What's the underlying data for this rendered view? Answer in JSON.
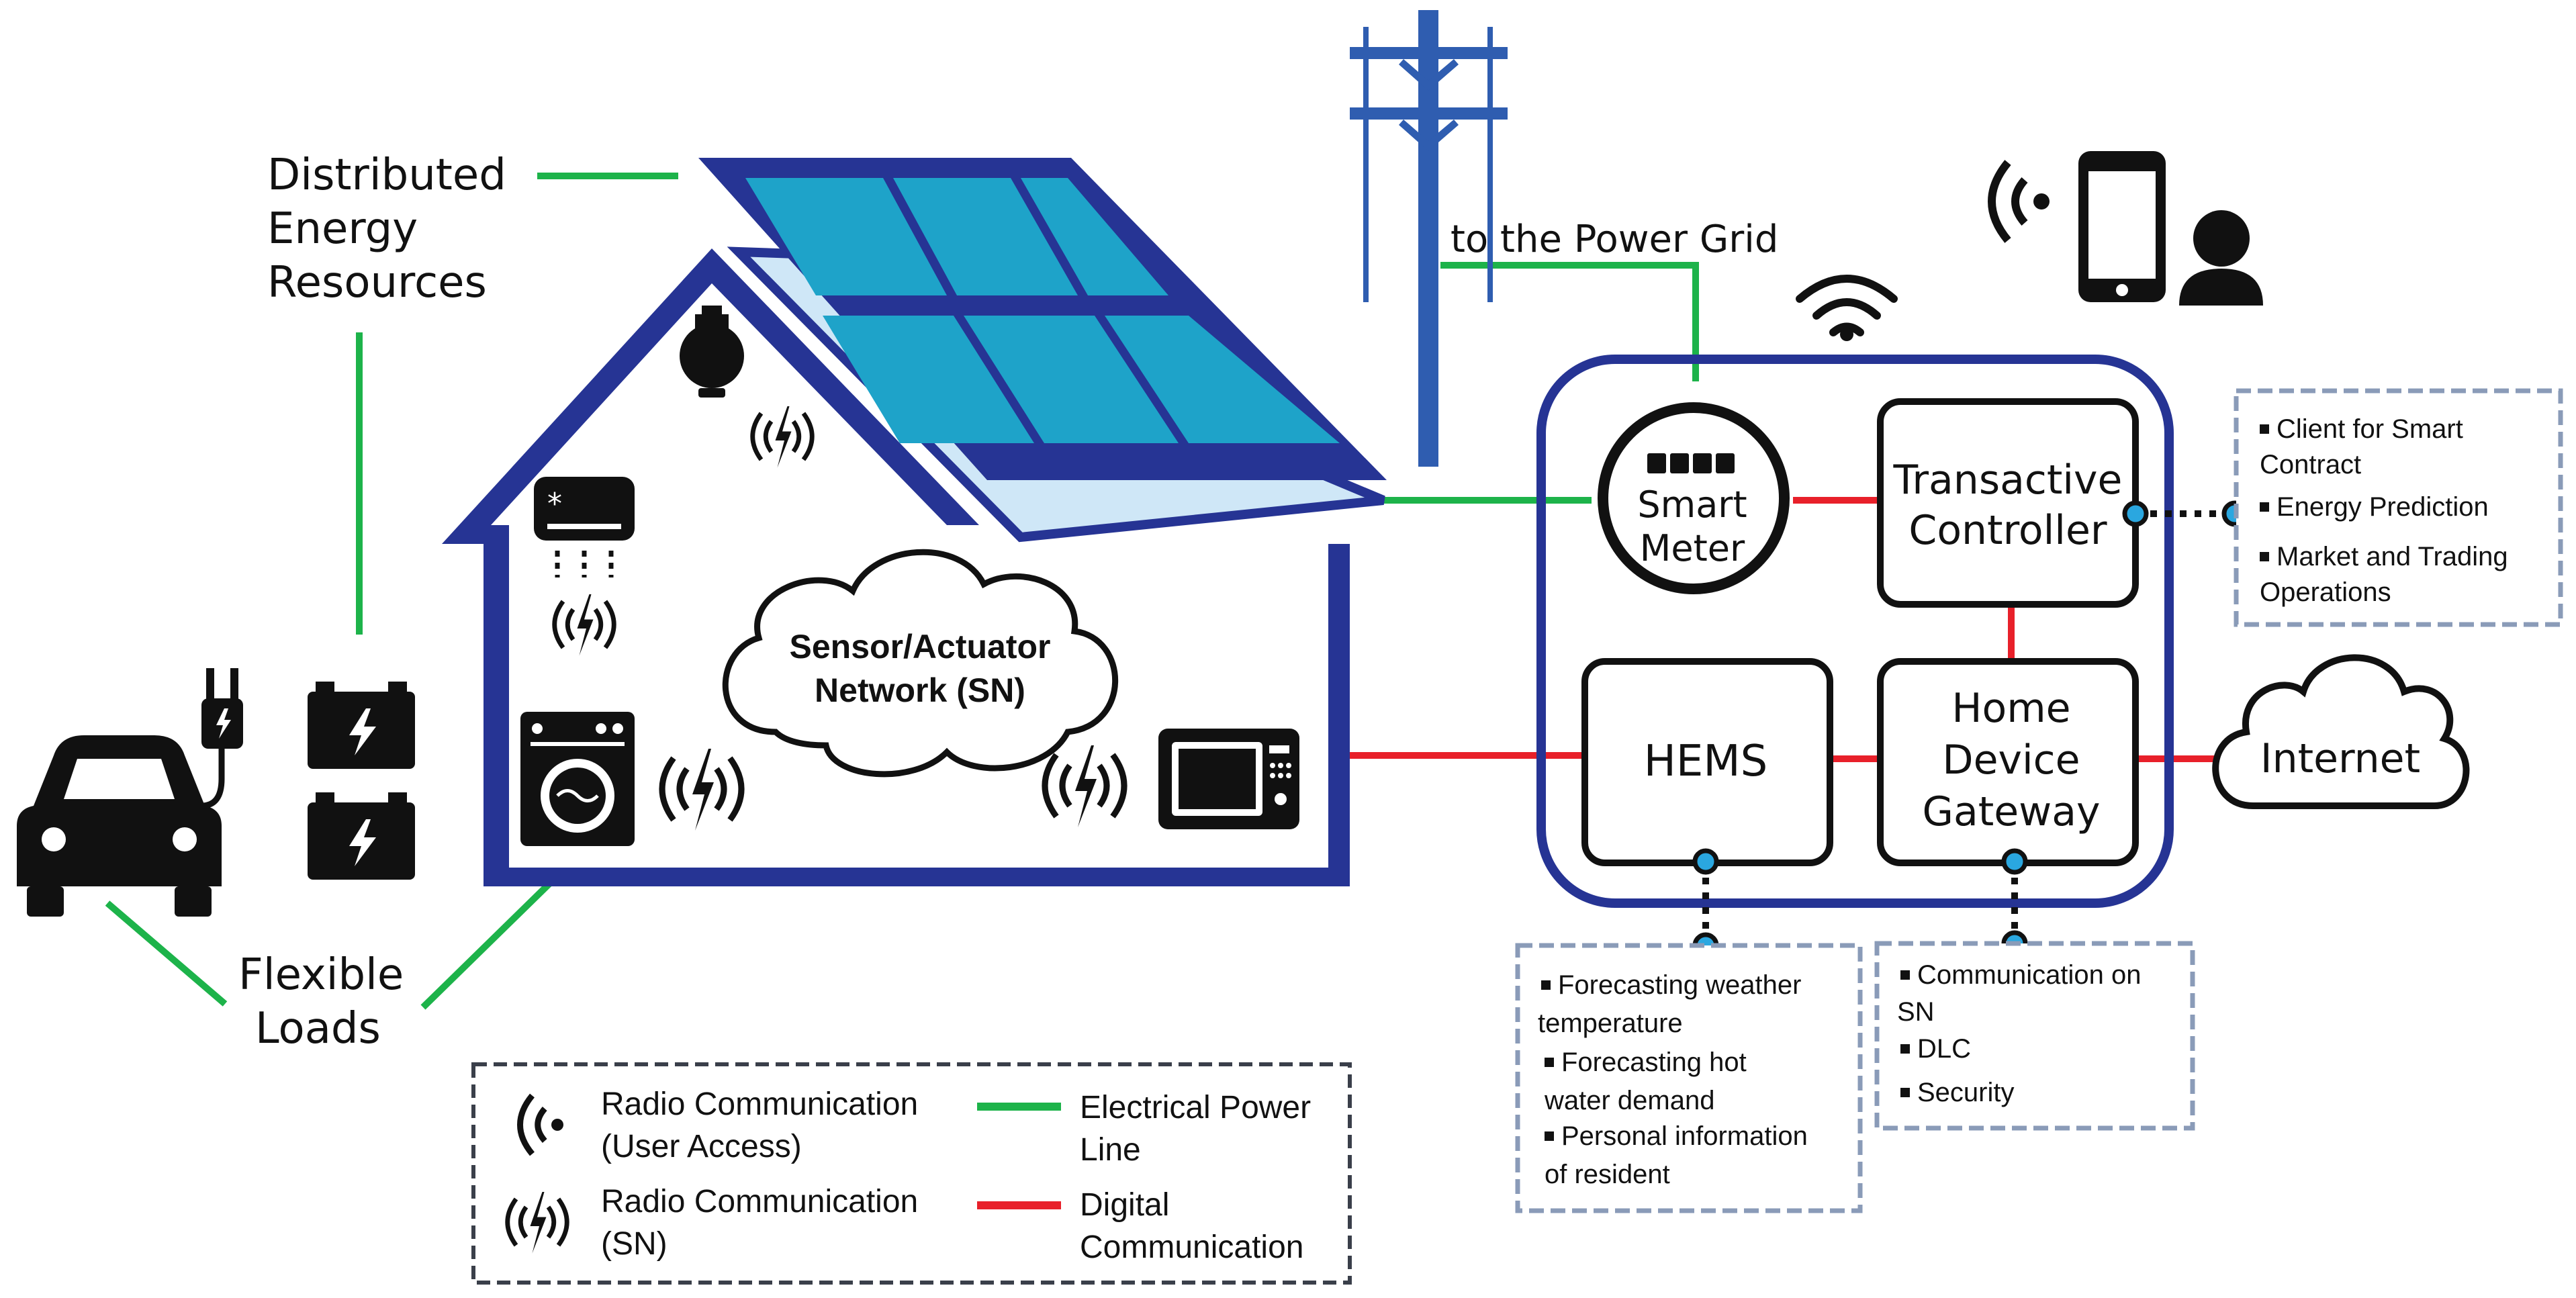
{
  "labels": {
    "der": [
      "Distributed",
      "Energy",
      "Resources"
    ],
    "flexible_loads": [
      "Flexible",
      "Loads"
    ],
    "power_grid": "to the Power Grid",
    "sensor_network": [
      "Sensor/Actuator",
      "Network (SN)"
    ],
    "smart_meter": [
      "Smart",
      "Meter"
    ],
    "transactive_controller": [
      "Transactive",
      "Controller"
    ],
    "hems": "HEMS",
    "home_device_gateway": [
      "Home",
      "Device",
      "Gateway"
    ],
    "internet": "Internet"
  },
  "info_boxes": {
    "controller": [
      "Client for Smart",
      "Contract",
      "Energy Prediction",
      "Market and Trading",
      "Operations"
    ],
    "hems": [
      "Forecasting weather",
      "temperature",
      "Forecasting hot",
      "water demand",
      "Personal information",
      "of resident"
    ],
    "gateway": [
      "Communication on",
      "SN",
      "DLC",
      "Security"
    ]
  },
  "legend": {
    "radio_user": [
      "Radio Communication",
      "(User Access)"
    ],
    "radio_sn": [
      "Radio Communication",
      "(SN)"
    ],
    "power_line": [
      "Electrical Power",
      "Line"
    ],
    "digital": [
      "Digital",
      "Communication"
    ]
  },
  "colors": {
    "house": "#263494",
    "panel": "#1ea3c9",
    "power_line": "#1db34a",
    "digital": "#e8202a",
    "dashed_box": "#8a9bb8",
    "pole": "#2f5db0",
    "connector": "#2aa7e0"
  }
}
